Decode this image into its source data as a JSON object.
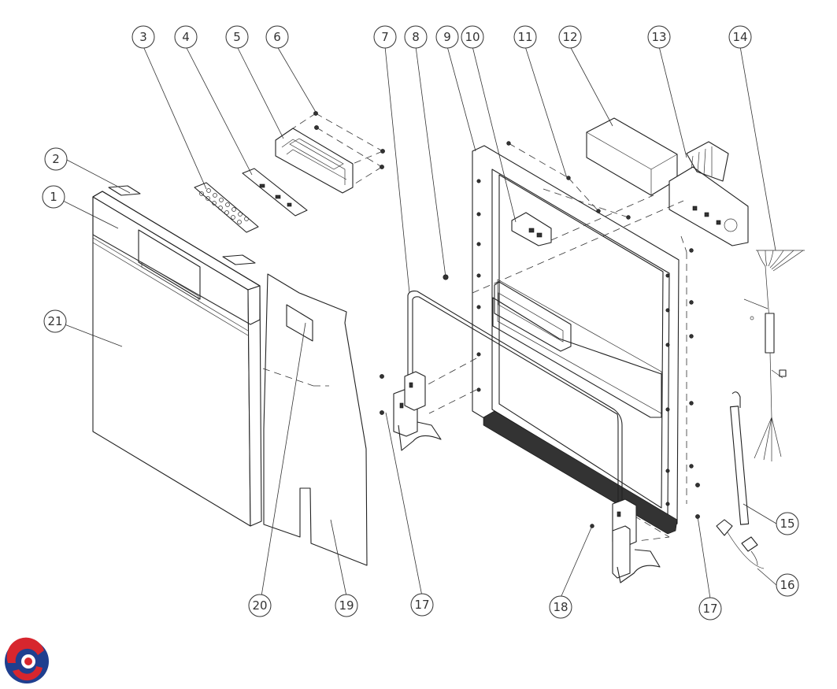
{
  "callouts": [
    {
      "id": "c1",
      "label": "1"
    },
    {
      "id": "c2",
      "label": "2"
    },
    {
      "id": "c3",
      "label": "3"
    },
    {
      "id": "c4",
      "label": "4"
    },
    {
      "id": "c5",
      "label": "5"
    },
    {
      "id": "c6",
      "label": "6"
    },
    {
      "id": "c7",
      "label": "7"
    },
    {
      "id": "c8",
      "label": "8"
    },
    {
      "id": "c9",
      "label": "9"
    },
    {
      "id": "c10",
      "label": "10"
    },
    {
      "id": "c11",
      "label": "11"
    },
    {
      "id": "c12",
      "label": "12"
    },
    {
      "id": "c13",
      "label": "13"
    },
    {
      "id": "c14",
      "label": "14"
    },
    {
      "id": "c15",
      "label": "15"
    },
    {
      "id": "c16",
      "label": "16"
    },
    {
      "id": "c17a",
      "label": "17"
    },
    {
      "id": "c17b",
      "label": "17"
    },
    {
      "id": "c18",
      "label": "18"
    },
    {
      "id": "c19",
      "label": "19"
    },
    {
      "id": "c20",
      "label": "20"
    },
    {
      "id": "c21",
      "label": "21"
    }
  ],
  "logo": {
    "icon": "brand-swirl-logo-icon",
    "colors": [
      "#1f3f8f",
      "#d7262e"
    ]
  }
}
